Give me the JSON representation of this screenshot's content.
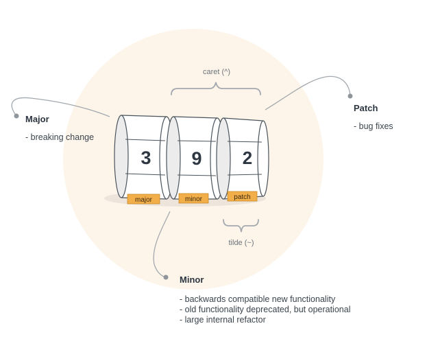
{
  "version": {
    "major_digit": "3",
    "minor_digit": "9",
    "patch_digit": "2",
    "major_tag": "major",
    "minor_tag": "minor",
    "patch_tag": "patch"
  },
  "ranges": {
    "caret": "caret (^)",
    "tilde": "tilde (~)"
  },
  "major": {
    "title": "Major",
    "items": [
      "- breaking change"
    ]
  },
  "minor": {
    "title": "Minor",
    "items": [
      "- backwards compatible new functionality",
      "- old functionality deprecated, but operational",
      "- large internal refactor"
    ]
  },
  "patch": {
    "title": "Patch",
    "items": [
      "- bug fixes"
    ]
  },
  "colors": {
    "background_circle": "#fdf5ea",
    "tag_fill": "#f2ae48",
    "line": "#a3a9ae",
    "dot": "#8f959a",
    "drum_fill": "#ffffff",
    "drum_stroke": "#4a535b"
  }
}
